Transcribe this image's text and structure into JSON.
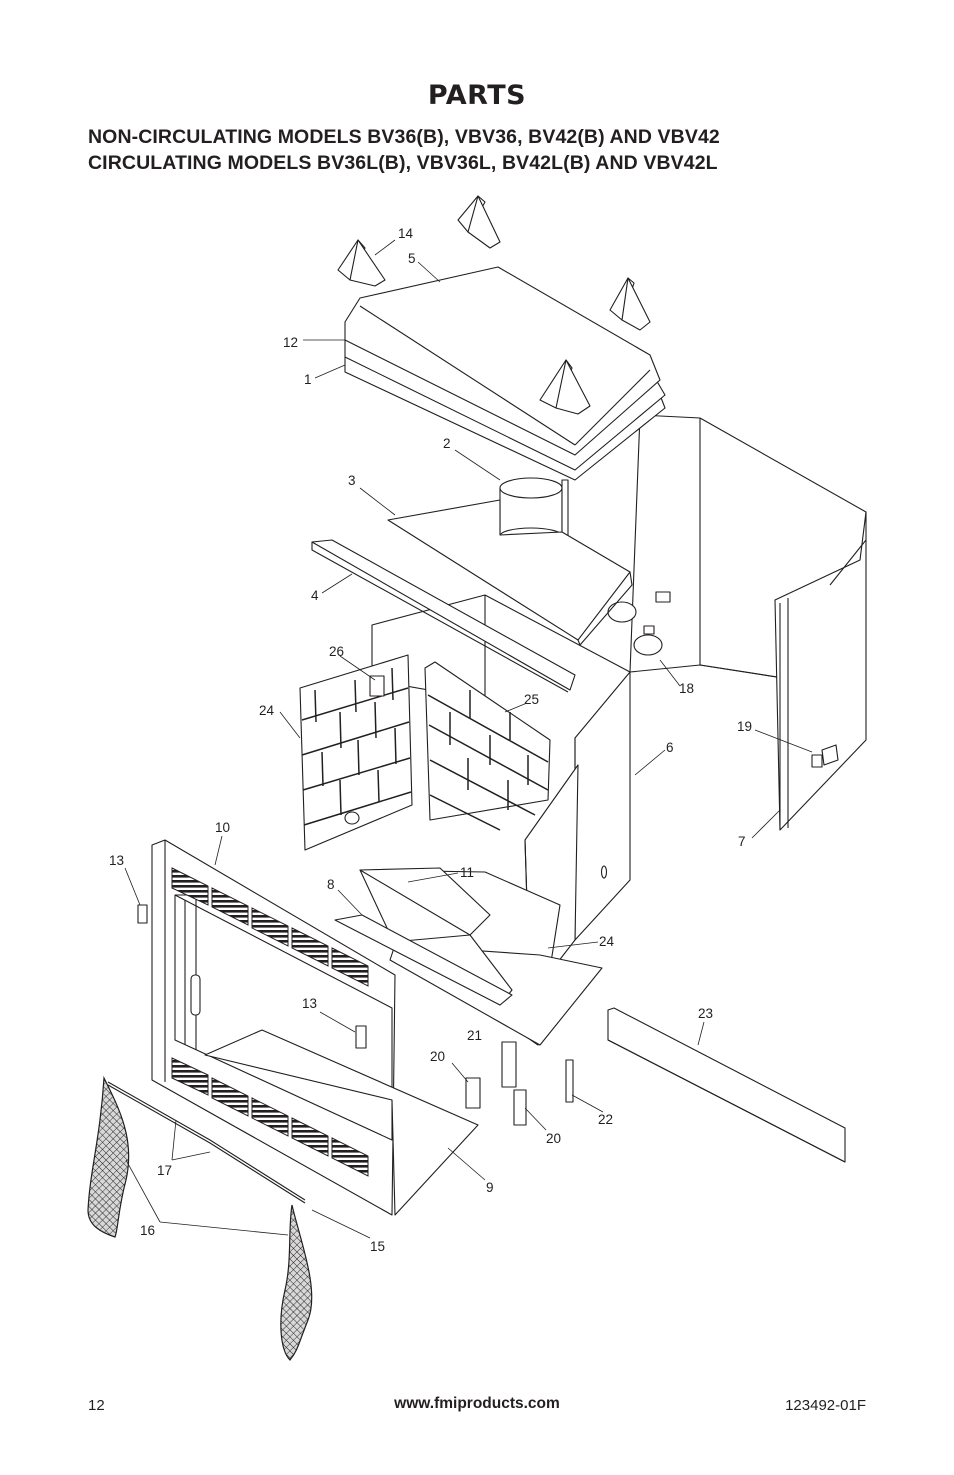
{
  "header": {
    "title": "PARTS",
    "subtitle_line1": "NON-CIRCULATING MODELS BV36(B), VBV36, BV42(B) AND VBV42",
    "subtitle_line2": "CIRCULATING MODELS BV36L(B), VBV36L, BV42L(B) AND VBV42L"
  },
  "callouts": {
    "c14": "14",
    "c5": "5",
    "c12": "12",
    "c1": "1",
    "c2": "2",
    "c3": "3",
    "c4": "4",
    "c26": "26",
    "c24a": "24",
    "c25": "25",
    "c18": "18",
    "c6": "6",
    "c19": "19",
    "c7": "7",
    "c10": "10",
    "c13a": "13",
    "c8": "8",
    "c11": "11",
    "c24b": "24",
    "c13b": "13",
    "c21": "21",
    "c23": "23",
    "c20a": "20",
    "c22": "22",
    "c20b": "20",
    "c17": "17",
    "c9": "9",
    "c16": "16",
    "c15": "15"
  },
  "footer": {
    "page_number": "12",
    "website": "www.fmiproducts.com",
    "document_number": "123492-01F"
  }
}
